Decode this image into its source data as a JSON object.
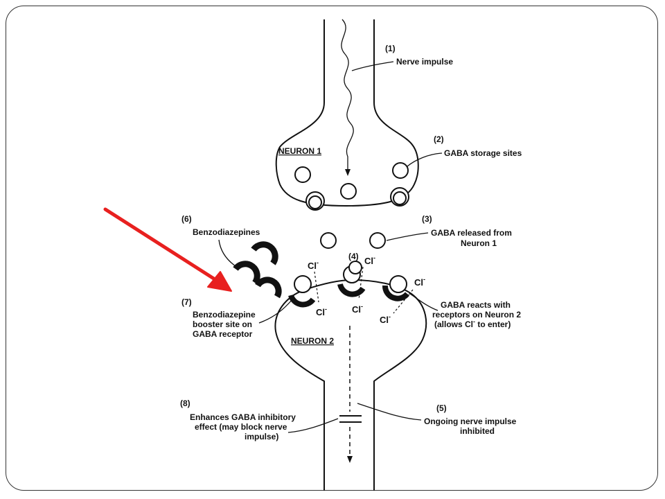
{
  "neuron1": {
    "label": "NEURON 1"
  },
  "neuron2": {
    "label": "NEURON 2"
  },
  "annotations": [
    {
      "num": "(1)",
      "lines": [
        "Nerve impulse"
      ]
    },
    {
      "num": "(2)",
      "lines": [
        "GABA storage sites"
      ]
    },
    {
      "num": "(3)",
      "lines": [
        "GABA released from",
        "Neuron 1"
      ]
    },
    {
      "num": "(4)",
      "lines": []
    },
    {
      "num": "(5)",
      "lines": [
        "Ongoing nerve impulse",
        "inhibited"
      ]
    },
    {
      "num": "(6)",
      "lines": [
        "Benzodiazepines"
      ]
    },
    {
      "num": "(7)",
      "lines": [
        "Benzodiazepine",
        "booster site on",
        "GABA receptor"
      ]
    },
    {
      "num": "(8)",
      "lines": [
        "Enhances GABA inhibitory",
        "effect (may block nerve",
        "impulse)"
      ]
    }
  ],
  "receptor_caption": {
    "line1": "GABA reacts with",
    "line2": "receptors on Neuron 2",
    "line3_pre": "(allows Cl",
    "line3_sup": "-",
    "line3_post": " to enter)"
  },
  "chloride": {
    "symbol": "Cl",
    "charge": "-"
  },
  "colors": {
    "arrow": "#e8201f",
    "ink": "#111111"
  }
}
